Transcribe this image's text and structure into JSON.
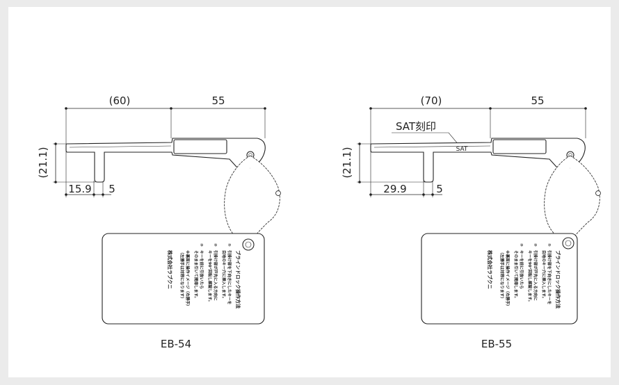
{
  "left": {
    "dim_top_left": "(60)",
    "dim_top_right": "55",
    "dim_height": "(21.1)",
    "dim_bottom_left": "15.9",
    "dim_bottom_right": "5",
    "tag_title": "ブラインドロック操作方法",
    "tag_step1a": "引掛け部を下向きにしたキーを",
    "tag_step1b": "目地のキー穴に挿入します。",
    "tag_step2a": "引掛け部が戸先に入る方向に",
    "tag_step2b": "キーを90°回転し解錠します。",
    "tag_step3a": "キーを前に引抜いたら",
    "tag_step3b": "そのまま引いて開扉します。",
    "tag_note1": "※裏面に操作イメージ（右勝手）",
    "tag_note2": "（左勝手は対称になります）",
    "tag_company": "株式会社ラブクニ",
    "caption": "EB-54"
  },
  "right": {
    "dim_top_left": "(70)",
    "dim_top_right": "55",
    "dim_height": "(21.1)",
    "dim_bottom_left": "29.9",
    "dim_bottom_right": "5",
    "engrave_label": "SAT刻印",
    "engrave_text": "SAT",
    "tag_title": "ブラインドロック操作方法",
    "tag_step1a": "引掛け部を下向きにしたキーを",
    "tag_step1b": "目地のキー穴に挿入します。",
    "tag_step2a": "引掛け部が戸先に入る方向に",
    "tag_step2b": "キーを90°回転し解錠します。",
    "tag_step3a": "キーを前に引抜いたら",
    "tag_step3b": "そのまま引いて開扉します。",
    "tag_note1": "※裏面に操作イメージ（右勝手）",
    "tag_note2": "（左勝手は対称になります）",
    "tag_company": "株式会社ラブクニ",
    "caption": "EB-55"
  },
  "tag_circles": [
    "①",
    "②",
    "③"
  ]
}
